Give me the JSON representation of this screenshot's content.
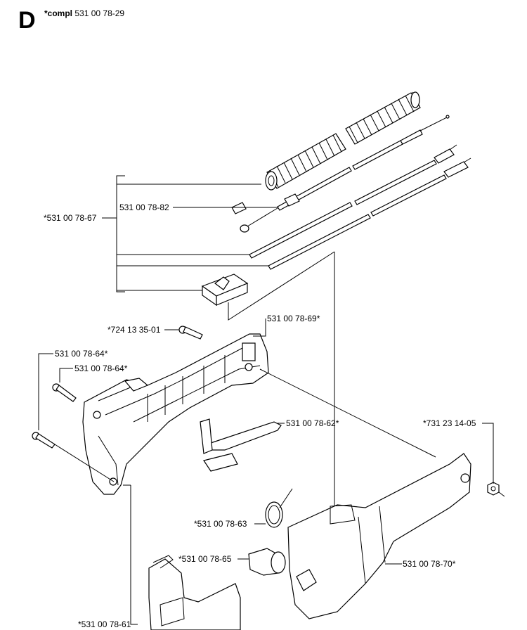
{
  "header": {
    "letter": "D",
    "compl_prefix": "*compl",
    "compl_number": "531 00 78-29"
  },
  "labels": {
    "p67": "*531 00 78-67",
    "p82": "531 00 78-82",
    "p69": "531 00 78-69*",
    "p72413": "*724 13 35-01",
    "p64a": "531 00 78-64*",
    "p64b": "531 00 78-64*",
    "p62": "531 00 78-62*",
    "p731": "*731 23 14-05",
    "p63": "*531 00 78-63",
    "p65": "*531 00 78-65",
    "p70": "531 00 78-70*",
    "p61": "*531 00 78-61"
  }
}
